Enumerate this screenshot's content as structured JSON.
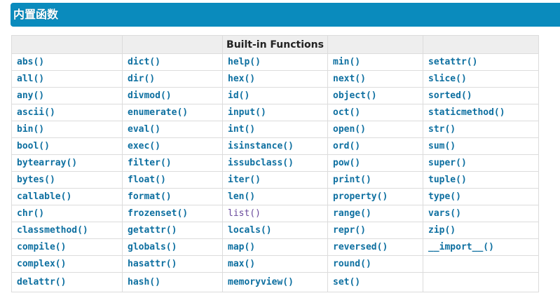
{
  "section": {
    "title": "内置函数"
  },
  "table": {
    "header": "Built-in Functions",
    "rows": [
      [
        "abs()",
        "dict()",
        "help()",
        "min()",
        "setattr()"
      ],
      [
        "all()",
        "dir()",
        "hex()",
        "next()",
        "slice()"
      ],
      [
        "any()",
        "divmod()",
        "id()",
        "object()",
        "sorted()"
      ],
      [
        "ascii()",
        "enumerate()",
        "input()",
        "oct()",
        "staticmethod()"
      ],
      [
        "bin()",
        "eval()",
        "int()",
        "open()",
        "str()"
      ],
      [
        "bool()",
        "exec()",
        "isinstance()",
        "ord()",
        "sum()"
      ],
      [
        "bytearray()",
        "filter()",
        "issubclass()",
        "pow()",
        "super()"
      ],
      [
        "bytes()",
        "float()",
        "iter()",
        "print()",
        "tuple()"
      ],
      [
        "callable()",
        "format()",
        "len()",
        "property()",
        "type()"
      ],
      [
        "chr()",
        "frozenset()",
        "list()",
        "range()",
        "vars()"
      ],
      [
        "classmethod()",
        "getattr()",
        "locals()",
        "repr()",
        "zip()"
      ],
      [
        "compile()",
        "globals()",
        "map()",
        "reversed()",
        "__import__()"
      ],
      [
        "complex()",
        "hasattr()",
        "max()",
        "round()",
        ""
      ],
      [
        "delattr()",
        "hash()",
        "memoryview()",
        "set()",
        ""
      ]
    ]
  },
  "colors": {
    "header_bar": "#0a8bbd",
    "link": "#0d6fa0",
    "link_visited": "#6a4a9c",
    "table_header_bg": "#eeeeee"
  }
}
